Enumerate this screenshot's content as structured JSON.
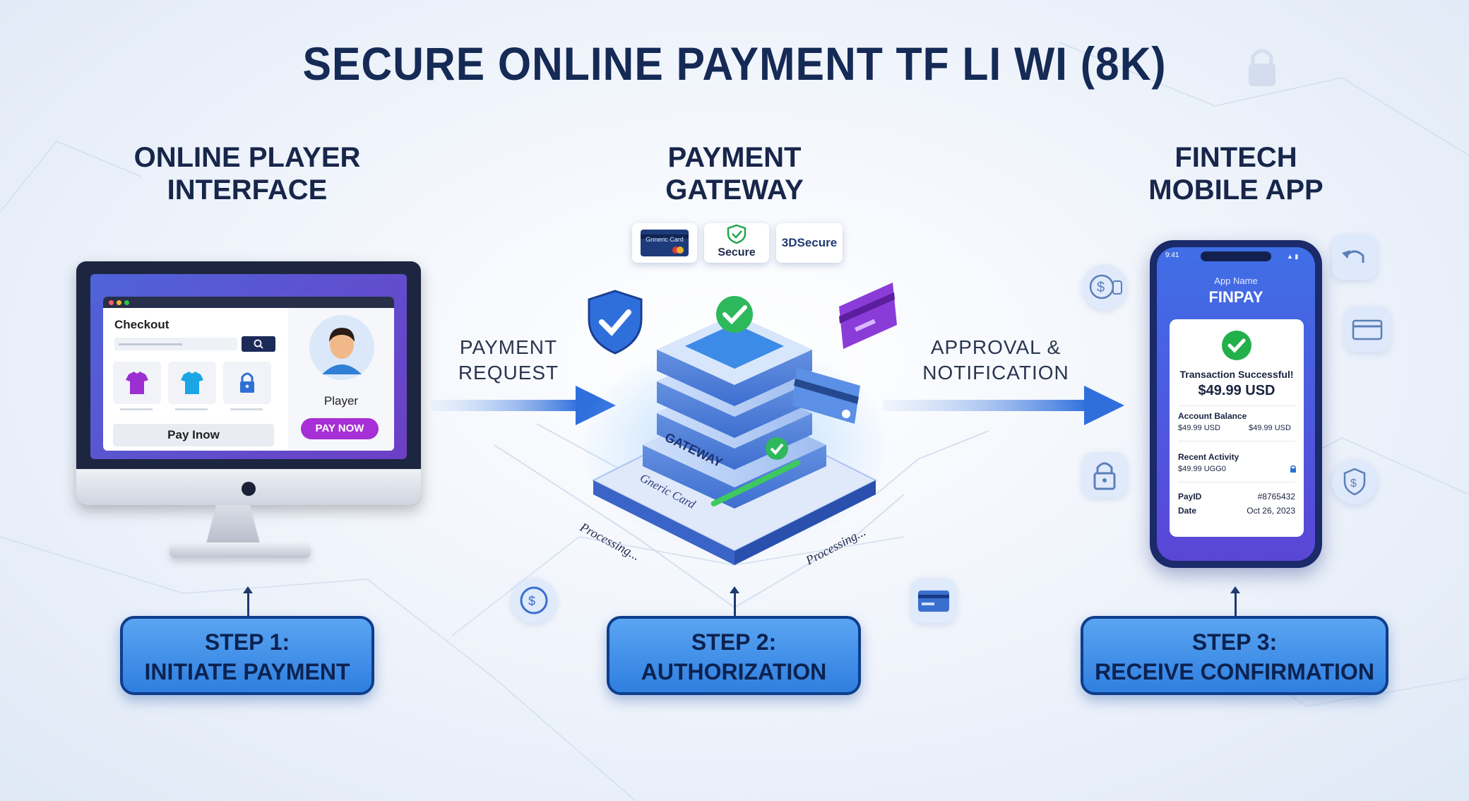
{
  "title": "SECURE ONLINE PAYMENT TF LI WI (8K)",
  "columns": {
    "left": {
      "title_line1": "ONLINE PLAYER",
      "title_line2": "INTERFACE"
    },
    "center": {
      "title_line1": "PAYMENT",
      "title_line2": "GATEWAY"
    },
    "right": {
      "title_line1": "FINTECH",
      "title_line2": "MOBILE APP"
    }
  },
  "flows": {
    "request": {
      "line1": "PAYMENT",
      "line2": "REQUEST"
    },
    "approval": {
      "line1": "APPROVAL &",
      "line2": "NOTIFICATION"
    }
  },
  "checkout": {
    "heading": "Checkout",
    "pay_button": "Pay Inow",
    "player_label": "Player",
    "pay_now": "PAY NOW"
  },
  "gateway": {
    "badges": {
      "card": "Gnneric Card",
      "secure": "Secure",
      "three_d": "3DSecure"
    },
    "server_label": "GATEWAY",
    "base_label": "Gneric Card",
    "processing_left": "Processing...",
    "processing_right": "Processing..."
  },
  "phone": {
    "time": "9:41",
    "app_name_label": "App Name",
    "app_name": "FINPAY",
    "status": "Transaction Successful!",
    "amount": "$49.99 USD",
    "account_balance_label": "Account Balance",
    "balance_left": "$49.99 USD",
    "balance_right": "$49.99 USD",
    "recent_activity_label": "Recent Activity",
    "recent_value": "$49.99 UGG0",
    "payid_label": "PayID",
    "payid_value": "#8765432",
    "date_label": "Date",
    "date_value": "Oct 26, 2023"
  },
  "steps": [
    {
      "line1": "STEP 1:",
      "line2": "INITIATE PAYMENT"
    },
    {
      "line1": "STEP 2:",
      "line2": "AUTHORIZATION"
    },
    {
      "line1": "STEP 3:",
      "line2": "RECEIVE CONFIRMATION"
    }
  ],
  "colors": {
    "accent": "#2f7fe0",
    "navy": "#152a55",
    "success": "#22b04b",
    "purple": "#8a2bd6"
  }
}
